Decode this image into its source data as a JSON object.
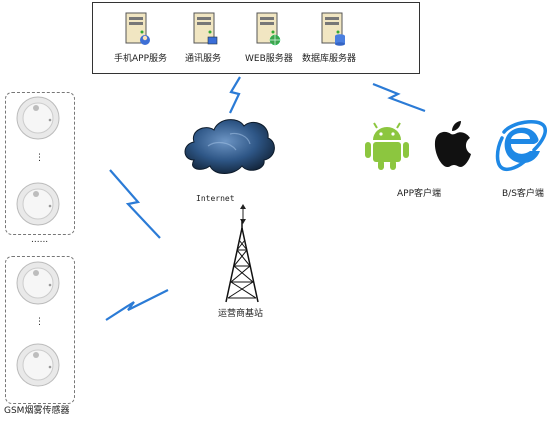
{
  "servers": [
    {
      "label": "手机APP服务",
      "icon": "server-user-icon"
    },
    {
      "label": "通讯服务",
      "icon": "server-network-icon"
    },
    {
      "label": "WEB服务器",
      "icon": "server-globe-icon"
    },
    {
      "label": "数据库服务器",
      "icon": "server-database-icon"
    }
  ],
  "cloud": {
    "label": "Internet"
  },
  "tower": {
    "label": "运营商基站"
  },
  "clients": {
    "app": {
      "label": "APP客户端",
      "icons": [
        "android-icon",
        "apple-icon"
      ]
    },
    "bs": {
      "label": "B/S客户端",
      "icons": [
        "ie-browser-icon"
      ]
    }
  },
  "sensors": {
    "label": "GSM烟雾传感器",
    "between_ellipsis": "......",
    "group_ellipsis": "⋮"
  },
  "colors": {
    "lightning": "#2b7bd6",
    "android": "#8cc63f",
    "apple": "#111111",
    "ie": "#1e88e5",
    "cloud_dark": "#1b3a5a"
  }
}
